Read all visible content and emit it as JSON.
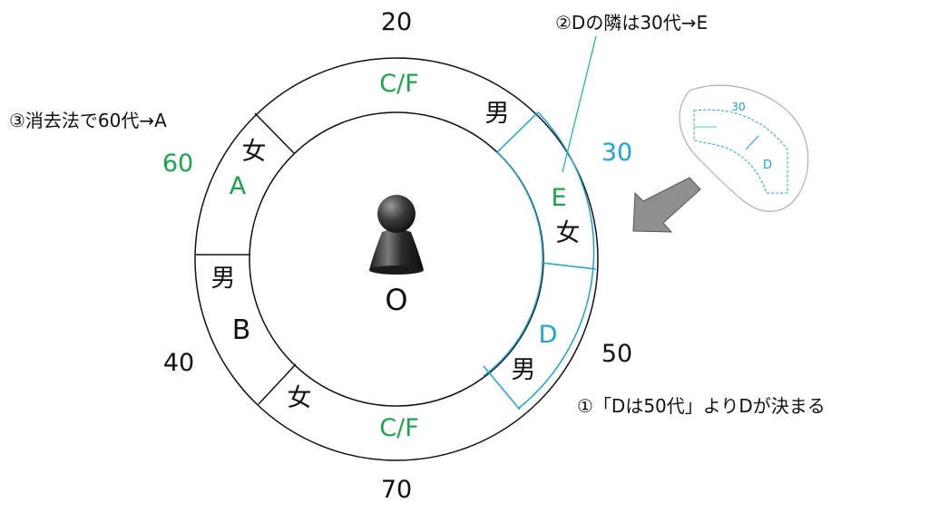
{
  "colors": {
    "green": "#1aa54a",
    "blue": "#1aa5d6",
    "teal": "#22b6a8",
    "black": "#111111",
    "gray": "#a8a8a8"
  },
  "figure": {
    "center_label": "O",
    "person_icon": "pawn-icon",
    "arrow_icon": "gray-arrow-icon"
  },
  "outer_numbers": {
    "top": "20",
    "top_right": "30",
    "right": "50",
    "bottom": "70",
    "left": "40",
    "top_left": "60"
  },
  "seats": {
    "top_group": "C/F",
    "top_right_gender": "男",
    "e_letter": "E",
    "e_gender": "女",
    "d_letter": "D",
    "d_gender": "男",
    "bottom_group": "C/F",
    "bottom_left_gender": "女",
    "b_letter": "B",
    "b_gender": "男",
    "a_letter": "A",
    "a_gender": "女"
  },
  "notes": {
    "note1": "①「Dは50代」よりDが決まる",
    "note2": "②Dの隣は30代→E",
    "note3": "③消去法で60代→A"
  },
  "inset": {
    "number": "30",
    "letter": "D"
  }
}
